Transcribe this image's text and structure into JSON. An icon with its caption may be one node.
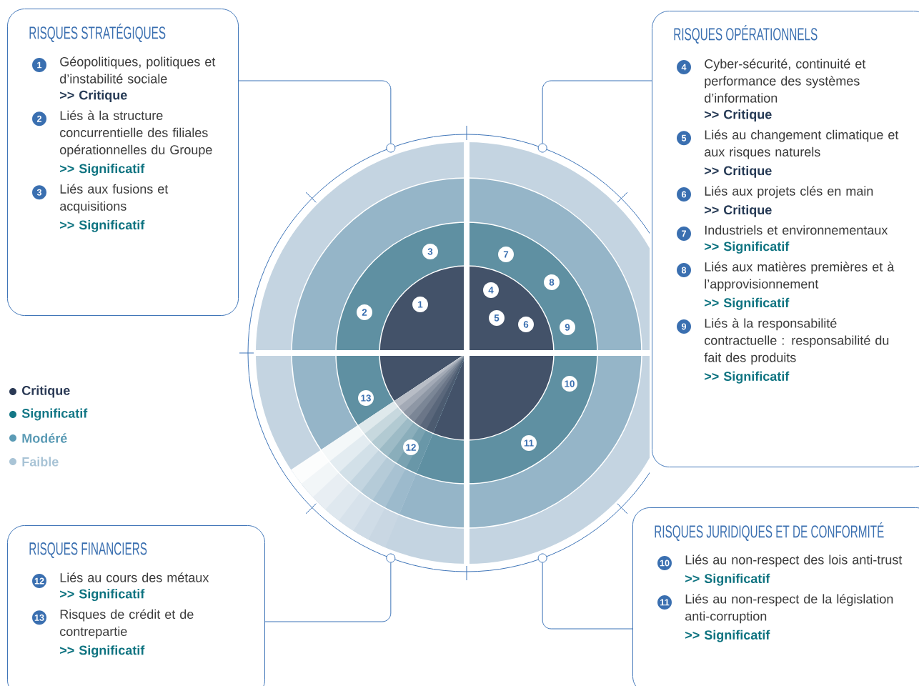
{
  "diagram": {
    "nodes": [
      {
        "text": [
          "RISQUES STRATÉGIQUES"
        ]
      },
      {
        "text": [
          "1"
        ],
        "in": 0,
        "beside": [
          "Géopolitiques, politiques et d’instabilité sociale",
          ">> Critique"
        ]
      },
      {
        "text": [
          "2"
        ],
        "in": 0,
        "beside": [
          "Liés à la structure concurrentielle des filiales opérationnelles du Groupe",
          ">> Significatif"
        ]
      },
      {
        "text": [
          "3"
        ],
        "in": 0,
        "beside": [
          "Liés aux fusions et acquisitions",
          ">> Significatif"
        ]
      },
      {
        "text": [
          "RISQUES OPÉRATIONNELS"
        ]
      },
      {
        "text": [
          "4"
        ],
        "in": 4,
        "beside": [
          "Cyber-sécurité, continuité et performance des systèmes d’information",
          ">> Critique"
        ]
      },
      {
        "text": [
          "5"
        ],
        "in": 4,
        "beside": [
          "Liés au changement climatique et aux risques naturels",
          ">> Critique"
        ]
      },
      {
        "text": [
          "6"
        ],
        "in": 4,
        "beside": [
          "Liés aux projets clés en main",
          ">> Critique"
        ]
      },
      {
        "text": [
          "7"
        ],
        "in": 4,
        "beside": [
          "Industriels et environnementaux",
          ">> Significatif"
        ]
      },
      {
        "text": [
          "8"
        ],
        "in": 4,
        "beside": [
          "Liés aux matières premières et à l’approvisionnement",
          ">> Significatif"
        ]
      },
      {
        "text": [
          "9"
        ],
        "in": 4,
        "beside": [
          "Liés à la responsabilité contractuelle : responsabilité du fait des produits",
          ">> Significatif"
        ]
      },
      {
        "text": [
          "1"
        ]
      },
      {
        "text": [
          "2"
        ]
      },
      {
        "text": [
          "3"
        ]
      },
      {
        "text": [
          "4"
        ]
      },
      {
        "text": [
          "5"
        ]
      },
      {
        "text": [
          "6"
        ]
      },
      {
        "text": [
          "7"
        ]
      },
      {
        "text": [
          "8"
        ]
      },
      {
        "text": [
          "9"
        ]
      },
      {
        "text": [
          "10"
        ]
      },
      {
        "text": [
          "11"
        ]
      },
      {
        "text": [
          "12"
        ]
      },
      {
        "text": [
          "13"
        ]
      },
      {
        "text": [
          "RISQUES FINANCIERS"
        ]
      },
      {
        "text": [
          "12"
        ],
        "in": 24,
        "beside": [
          "Liés au cours des métaux",
          ">> Significatif"
        ]
      },
      {
        "text": [
          "13"
        ],
        "in": 24,
        "beside": [
          "Risques de crédit et de contrepartie",
          ">> Significatif"
        ]
      },
      {
        "text": [
          "RISQUES JURIDIQUES ET DE CONFORMITÉ"
        ]
      },
      {
        "text": [
          "10"
        ],
        "in": 27,
        "beside": [
          "Liés au non-respect des lois anti-trust",
          ">> Significatif"
        ]
      },
      {
        "text": [
          "11"
        ],
        "in": 27,
        "beside": [
          "Liés au non-respect de la législation anti-corruption",
          ">> Significatif"
        ]
      },
      {
        "text": [],
        "shape": "circle"
      },
      {
        "text": [],
        "shape": "circle"
      },
      {
        "text": [],
        "shape": "circle"
      },
      {
        "text": [],
        "shape": "circle"
      }
    ],
    "edges": [
      {
        "from": 0,
        "to": 30,
        "arrow": "none"
      },
      {
        "from": 4,
        "to": 31,
        "arrow": "none"
      },
      {
        "from": 24,
        "to": 32,
        "arrow": "none"
      },
      {
        "from": 27,
        "to": 33,
        "arrow": "none"
      }
    ],
    "legend": [
      {
        "text": "Critique",
        "color": "#2b3a55"
      },
      {
        "text": "Significatif",
        "color": "#137786"
      },
      {
        "text": "Modéré",
        "color": "#5b9bb5"
      },
      {
        "text": "Faible",
        "color": "#a9c4d6"
      }
    ]
  }
}
